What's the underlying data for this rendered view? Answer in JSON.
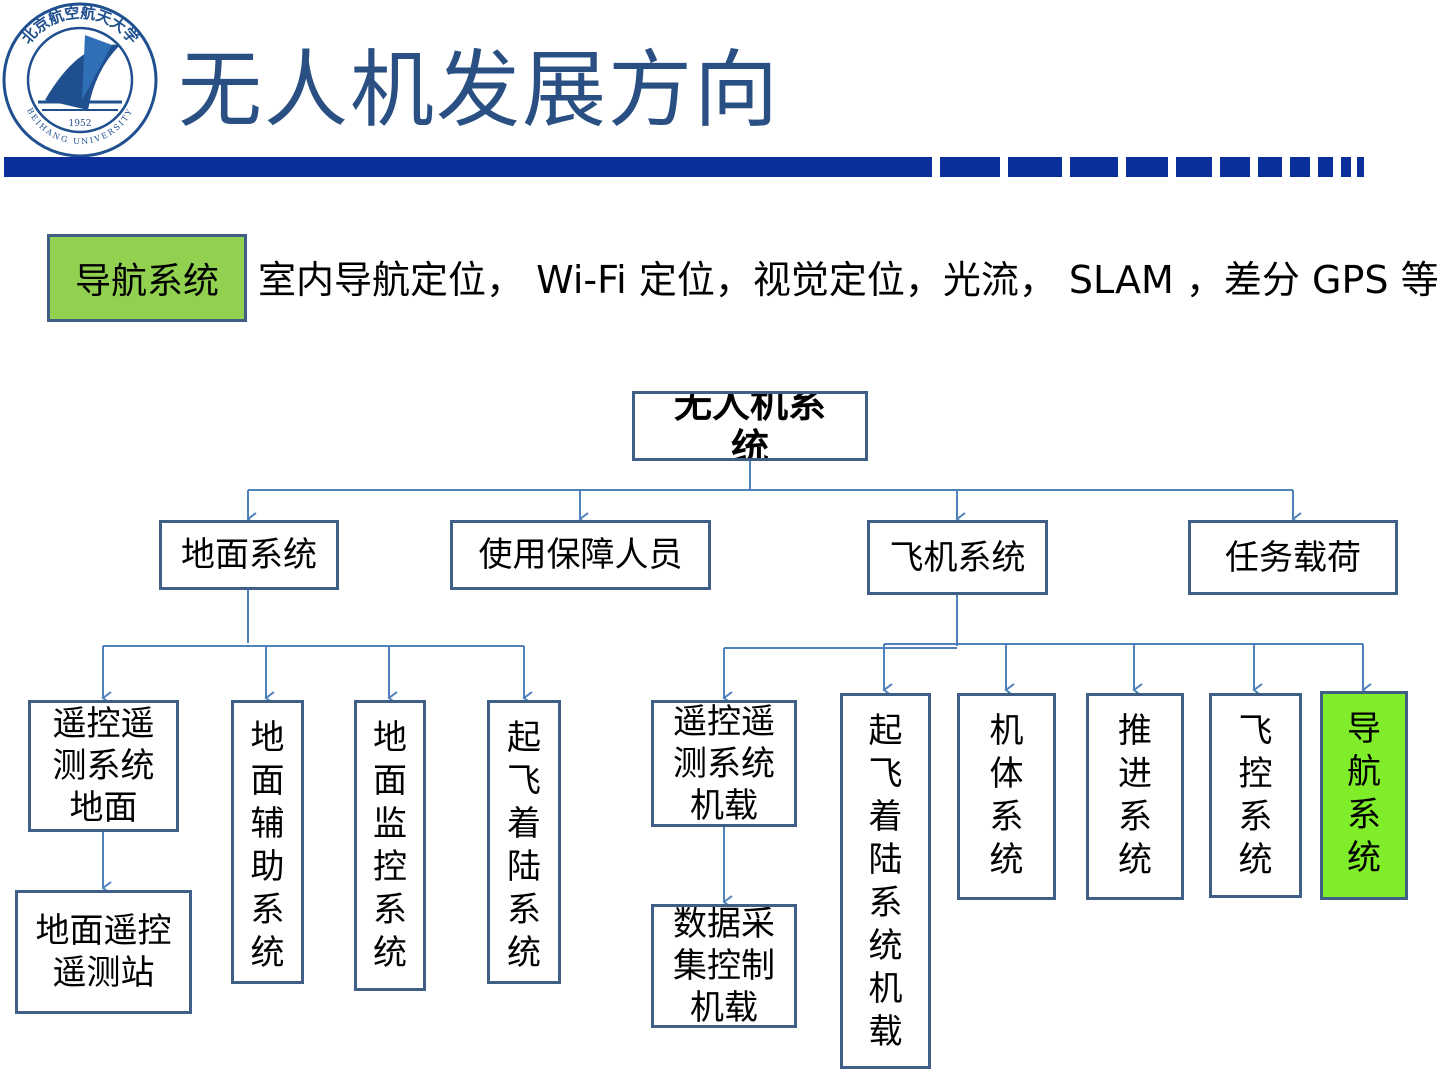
{
  "slide": {
    "title": "无人机发展方向",
    "logo": {
      "ring_text_top": "北京航空航天大学",
      "ring_text_bottom": "BEIHANG UNIVERSITY",
      "year": "1952"
    }
  },
  "highlight": {
    "label": "导航系统",
    "description": "室内导航定位， Wi-Fi 定位，视觉定位，光流， SLAM ，差分 GPS 等"
  },
  "tree": {
    "root": "无人机系统",
    "level1": {
      "ground": "地面系统",
      "support": "使用保障人员",
      "aircraft": "飞机系统",
      "payload": "任务载荷"
    },
    "ground_children": {
      "tt_ground": "遥控遥测系统地面",
      "aux": "地面辅助系统",
      "monitor": "地面监控系统",
      "takeoff": "起飞着陆系统"
    },
    "ground_station": "地面遥控遥测站",
    "aircraft_children": {
      "tt_onboard": "遥控遥测系统机载",
      "takeoff_onboard": "起飞着陆系统机载",
      "airframe": "机体系统",
      "propulsion": "推进系统",
      "flight_control": "飞控系统",
      "navigation": "导航系统"
    },
    "data_acq": "数据采集控制机载"
  },
  "colors": {
    "title": "#2a4f82",
    "rule": "#0b2f9a",
    "node_border": "#3f5f86",
    "connector": "#4f81bd",
    "highlight_fill": "#92d050",
    "nav_node_fill": "#7fed2a"
  }
}
